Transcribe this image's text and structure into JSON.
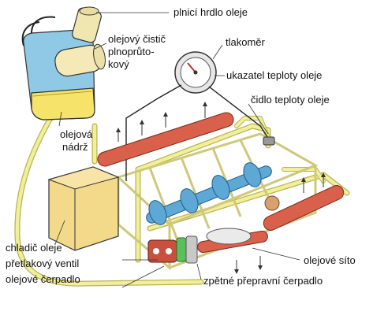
{
  "diagram": {
    "labels": {
      "filler": "plnicí hrdlo oleje",
      "filter_line1": "olejový čistič",
      "filter_line2": "plnoprůto-",
      "filter_line3": "kový",
      "pressure_gauge": "tlakoměr",
      "temp_indicator": "ukazatel teploty oleje",
      "temp_sensor": "čidlo teploty oleje",
      "tank_line1": "olejová",
      "tank_line2": "nádrž",
      "cooler": "chladič oleje",
      "relief_valve": "přetlakový ventil",
      "oil_pump": "olejové čerpadlo",
      "oil_screen": "olejové síto",
      "scavenge_pump": "zpětné přepravní čerpadlo"
    },
    "colors": {
      "oil_line": "#f2ef9a",
      "oil_line_edge": "#b8b355",
      "tank": "#f6e36a",
      "tank_top": "#8fc9e6",
      "cooler": "#f3d98a",
      "camshaft": "#d9604a",
      "crankshaft": "#5ea8d6",
      "pump": "#c8503c"
    },
    "icons": [
      "oil-tank-icon",
      "oil-filter-icon",
      "pressure-gauge-icon",
      "oil-cooler-icon",
      "crankshaft-icon",
      "camshaft-icon",
      "oil-pump-icon"
    ]
  }
}
